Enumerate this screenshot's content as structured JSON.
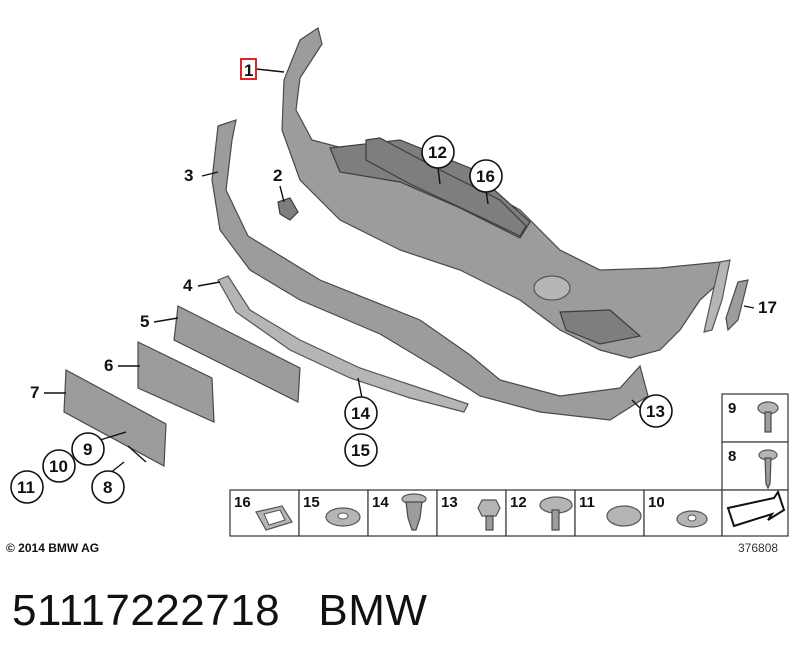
{
  "callouts": {
    "c1": "1",
    "c2": "2",
    "c3": "3",
    "c4": "4",
    "c5": "5",
    "c6": "6",
    "c7": "7",
    "c8": "8",
    "c9": "9",
    "c10": "10",
    "c11": "11",
    "c12": "12",
    "c13": "13",
    "c14": "14",
    "c15": "15",
    "c16": "16",
    "c17": "17"
  },
  "hardware_table": {
    "bottom_row": [
      "16",
      "15",
      "14",
      "13",
      "12",
      "11",
      "10"
    ],
    "side_column": [
      "9",
      "8"
    ]
  },
  "colors": {
    "part_fill": "#9c9c9c",
    "highlight_box": "#e0252a"
  },
  "footer": {
    "copyright": "© 2014 BMW AG",
    "diagram_number": "376808"
  },
  "caption": {
    "part_number": "51117222718",
    "brand": "BMW"
  }
}
